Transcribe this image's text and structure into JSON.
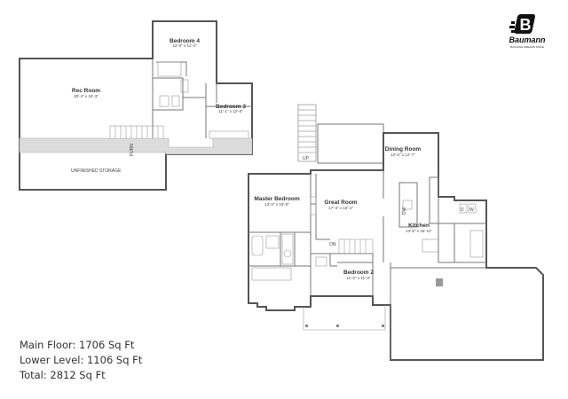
{
  "brand": {
    "name": "Baumann",
    "tagline": "BUILDING DREAMS SINCE",
    "monogram": "B"
  },
  "lower_level": {
    "rec_room": {
      "name": "Rec Room",
      "dims": "30'-4\" x 16'-3\""
    },
    "bedroom4": {
      "name": "Bedroom 4",
      "dims": "12'-0\" x 11'-4\""
    },
    "bedroom3": {
      "name": "Bedroom 3",
      "dims": "11'-1\" x 12'-6\""
    },
    "storage": {
      "name": "UNFINISHED STORAGE"
    },
    "furnace": "FURN"
  },
  "main_floor": {
    "dining_room": {
      "name": "Dining Room",
      "dims": "12'-0\" x 12'-7\""
    },
    "master_bedroom": {
      "name": "Master Bedroom",
      "dims": "13'-0\" x 15'-0\""
    },
    "great_room": {
      "name": "Great Room",
      "dims": "17'-4\" x 16'-1\""
    },
    "kitchen": {
      "name": "Kitchen",
      "dims": "13'-5\" x 15'-11\""
    },
    "bedroom2": {
      "name": "Bedroom 2",
      "dims": "11'-0\" x 11'-3\""
    },
    "stair_label": "ON",
    "dw": "DW",
    "up": "UP",
    "washer": "W",
    "dryer": "D"
  },
  "summary": {
    "main_floor": "Main Floor: 1706 Sq Ft",
    "lower_level": "Lower Level: 1106 Sq Ft",
    "total": "Total: 2812 Sq Ft"
  }
}
